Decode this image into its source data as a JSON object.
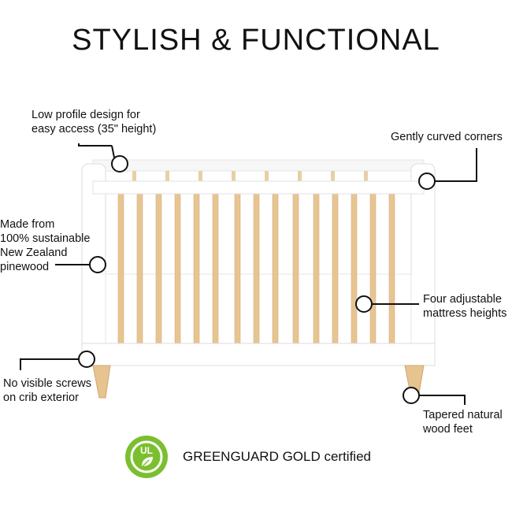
{
  "title": "STYLISH & FUNCTIONAL",
  "features": {
    "low_profile": "Low profile design for\neasy access (35\" height)",
    "curved_corners": "Gently curved corners",
    "pinewood": "Made from\n100% sustainable\nNew Zealand\npinewood",
    "mattress": "Four adjustable\nmattress heights",
    "screws": "No visible screws\non crib exterior",
    "feet": "Tapered natural\nwood feet"
  },
  "certification": {
    "badge_text": "UL",
    "label": "GREENGUARD GOLD certified"
  },
  "colors": {
    "crib_frame": "#ffffff",
    "crib_outline": "#dcdcdc",
    "wood": "#e8c99a",
    "badge_green": "#7bbf2f",
    "line": "#111111"
  },
  "icons": [
    "ul-greenguard-leaf-icon"
  ]
}
